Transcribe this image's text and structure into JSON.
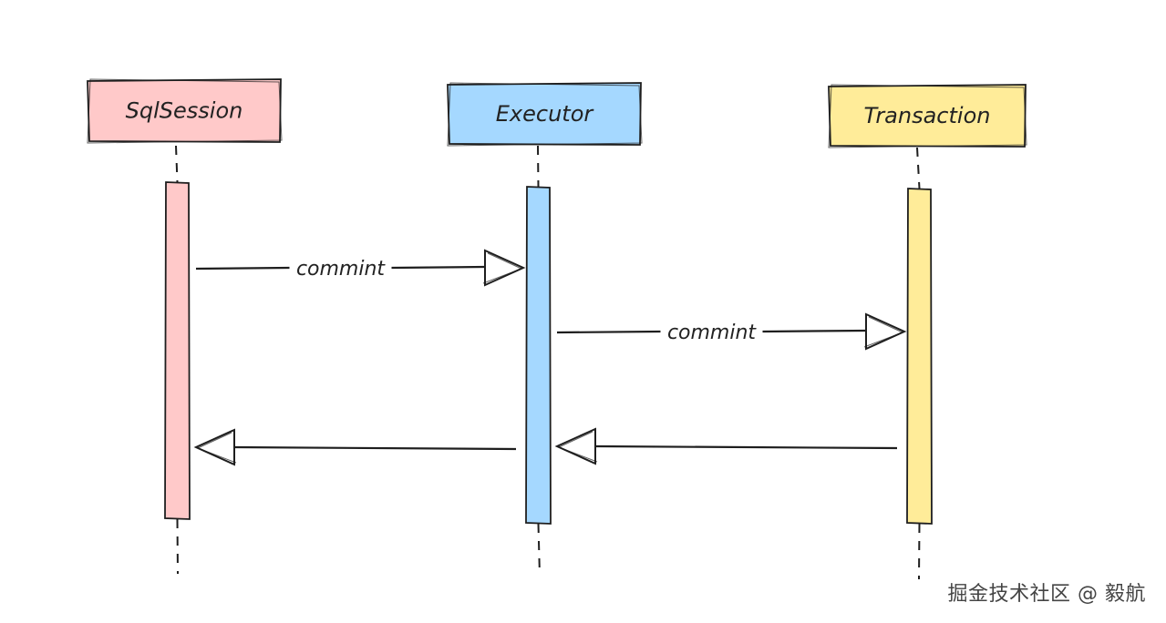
{
  "participants": [
    {
      "label": "SqlSession",
      "color": "#ffc9c9"
    },
    {
      "label": "Executor",
      "color": "#a5d8ff"
    },
    {
      "label": "Transaction",
      "color": "#ffec99"
    }
  ],
  "messages": [
    {
      "label": "commint",
      "from": "SqlSession",
      "to": "Executor",
      "kind": "call"
    },
    {
      "label": "commint",
      "from": "Executor",
      "to": "Transaction",
      "kind": "call"
    },
    {
      "label": "",
      "from": "Transaction",
      "to": "Executor",
      "kind": "return"
    },
    {
      "label": "",
      "from": "Executor",
      "to": "SqlSession",
      "kind": "return"
    }
  ],
  "watermark": "掘金技术社区 @ 毅航",
  "colors": {
    "stroke": "#1e1e1e",
    "background": "#ffffff"
  }
}
